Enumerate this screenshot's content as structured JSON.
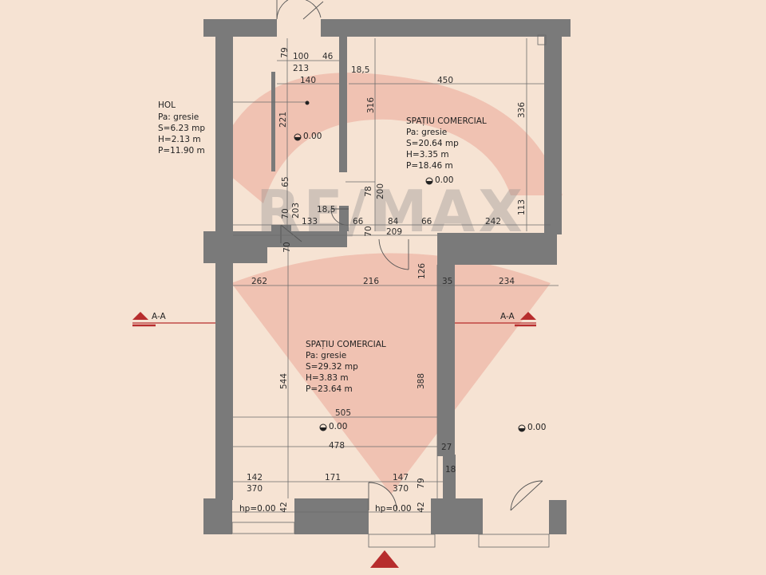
{
  "watermark": "RE/MAX",
  "colors": {
    "background": "#f6e3d3",
    "walls": "#7a7a7a",
    "watermark": "#e36b5e",
    "section_marker": "#b72d2d"
  },
  "rooms": [
    {
      "name": "HOL",
      "floor": "Pa: gresie",
      "area": "S=6.23 mp",
      "height": "H=2.13 m",
      "perimeter": "P=11.90 m"
    },
    {
      "name": "SPAȚIU COMERCIAL",
      "floor": "Pa: gresie",
      "area": "S=20.64 mp",
      "height": "H=3.35 m",
      "perimeter": "P=18.46 m"
    },
    {
      "name": "SPAȚIU COMERCIAL",
      "floor": "Pa: gresie",
      "area": "S=29.32 mp",
      "height": "H=3.83 m",
      "perimeter": "P=23.64 m"
    }
  ],
  "levels": [
    "0.00",
    "0.00",
    "0.00",
    "0.00"
  ],
  "hp_labels": [
    "hp=0.00",
    "hp=0.00"
  ],
  "section_labels": [
    "A-A",
    "A-A"
  ],
  "dimensions": [
    "79",
    "100",
    "46",
    "213",
    "140",
    "18,5",
    "450",
    "316",
    "336",
    "221",
    "65",
    "78",
    "200",
    "113",
    "70",
    "203",
    "18,5",
    "133",
    "66",
    "84",
    "66",
    "242",
    "70",
    "209",
    "70",
    "126",
    "262",
    "216",
    "35",
    "234",
    "544",
    "388",
    "505",
    "478",
    "27",
    "18",
    "142",
    "171",
    "147",
    "370",
    "370",
    "42",
    "79",
    "42"
  ]
}
